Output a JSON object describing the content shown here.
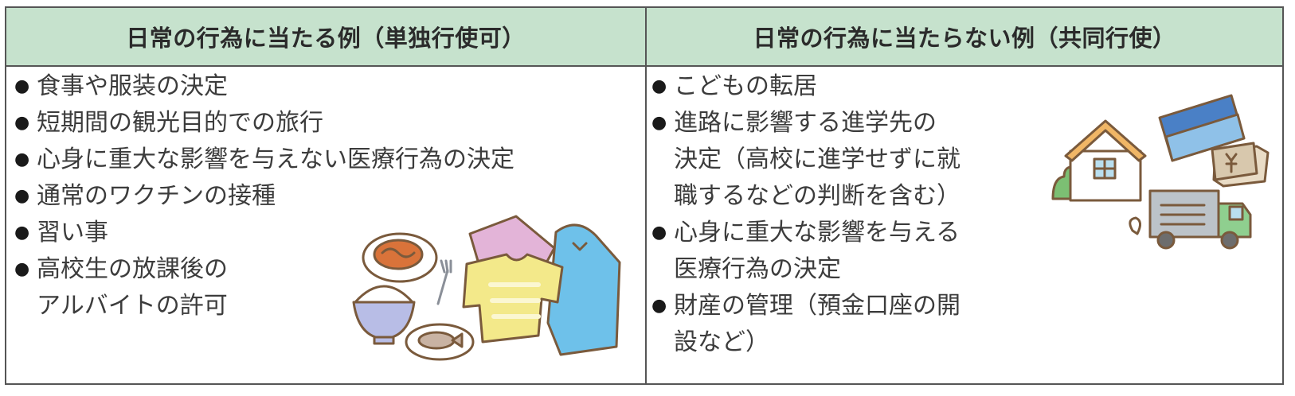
{
  "table": {
    "left_header": "日常の行為に当たる例（単独行使可）",
    "right_header": "日常の行為に当たらない例（共同行使）",
    "bullet": "●",
    "left_items": [
      "食事や服装の決定",
      "短期間の観光目的での旅行",
      "心身に重大な影響を与えない医療行為の決定",
      "通常のワクチンの接種",
      "習い事",
      "高校生の放課後の\nアルバイトの許可"
    ],
    "right_items": [
      "こどもの転居",
      "進路に影響する進学先の\n決定（高校に進学せずに就\n職するなどの判断を含む）",
      "心身に重大な影響を与える\n医療行為の決定",
      "財産の管理（預金口座の開\n設など）"
    ]
  },
  "illustrations": {
    "left": "food-and-clothes-illustration",
    "right": "house-bankbook-money-truck-illustration"
  },
  "colors": {
    "header_bg": "#c6e2cd",
    "border": "#555555",
    "outline_brown": "#7a5a3c"
  }
}
